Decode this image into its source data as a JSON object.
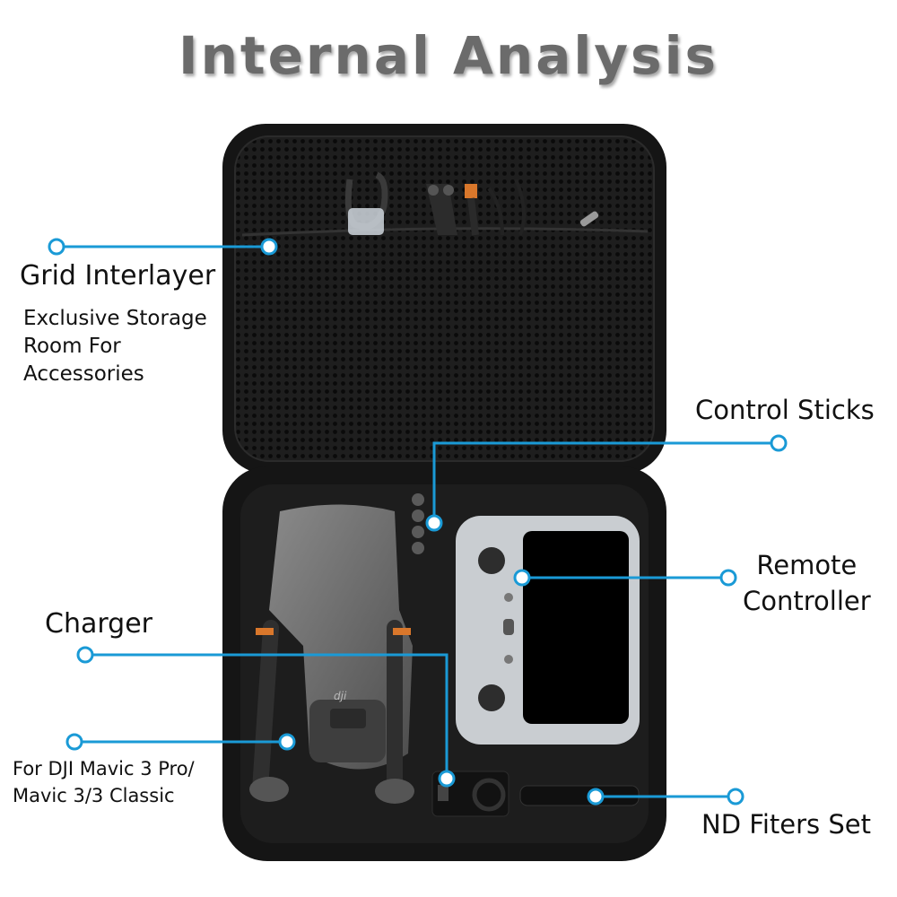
{
  "title": "Internal Analysis",
  "annotations": {
    "grid_interlayer": {
      "title": "Grid Interlayer",
      "lines": [
        "Exclusive Storage",
        "Room For",
        "Accessories"
      ]
    },
    "control_sticks": {
      "title": "Control Sticks"
    },
    "remote_controller": {
      "lines": [
        "Remote",
        "Controller"
      ]
    },
    "charger": {
      "title": "Charger"
    },
    "drone": {
      "lines": [
        "For DJI Mavic 3 Pro/",
        "Mavic 3/3 Classic"
      ]
    },
    "nd_filters": {
      "title": "ND Fiters Set"
    }
  },
  "drone_logo": "dji",
  "colors": {
    "callout": "#1a9ad6",
    "case": "#1c1c1c",
    "title": "#6b6b6b"
  }
}
